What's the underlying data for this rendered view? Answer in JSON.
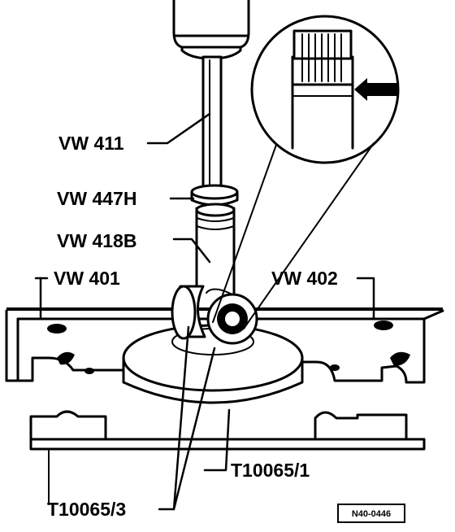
{
  "labels": {
    "press_rod": "VW 411",
    "thrust_piece": "VW 447H",
    "press_tube": "VW 418B",
    "support_plate_left": "VW 401",
    "support_plate_right": "VW 402",
    "base_plate": "T10065/1",
    "adapter": "T10065/3"
  },
  "figure_ref": "N40-0446",
  "icons": {
    "detail_arrow": "arrow-left-icon"
  },
  "colors": {
    "ink": "#000000",
    "paper": "#ffffff"
  }
}
